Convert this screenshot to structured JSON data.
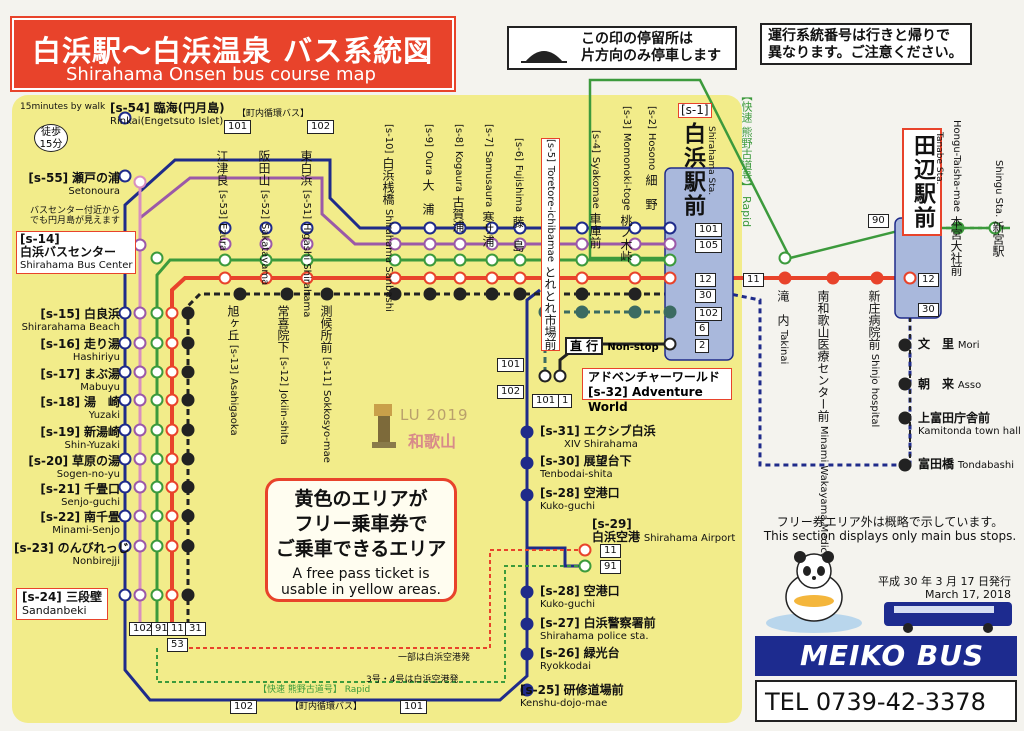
{
  "title": {
    "jp": "白浜駅〜白浜温泉 バス系統図",
    "en": "Shirahama Onsen bus course map"
  },
  "notices": {
    "one_way": "この印の停留所は\n片方向のみ停車します",
    "route_numbers": "運行系統番号は行きと帰りで\n異なります。ご注意ください。"
  },
  "walk_note": {
    "time": "15minutes by walk",
    "jp": "徒歩\n15分"
  },
  "loop_label_top": "【町内循環バス】",
  "loop_label_bottom": "【町内循環バス】",
  "loop_route_numbers": {
    "top_left": "101",
    "top_right": "102",
    "bottom_left": "102",
    "bottom_right": "101"
  },
  "bus_center_note": "バスセンター付近から\nでも円月島が見えます",
  "left_stops": [
    {
      "id": "[s-54]",
      "jp": "臨海(円月島)",
      "en": "Rinkai(Engetsuto Islet)"
    },
    {
      "id": "[s-55]",
      "jp": "瀬戸の浦",
      "en": "Setonoura"
    },
    {
      "id": "[s-14]",
      "jp": "白浜バスセンター",
      "en": "Shirahama Bus Center"
    },
    {
      "id": "[s-15]",
      "jp": "白良浜",
      "en": "Shirarahama Beach"
    },
    {
      "id": "[s-16]",
      "jp": "走り湯",
      "en": "Hashiriyu"
    },
    {
      "id": "[s-17]",
      "jp": "まぶ湯",
      "en": "Mabuyu"
    },
    {
      "id": "[s-18]",
      "jp": "湯　崎",
      "en": "Yuzaki"
    },
    {
      "id": "[s-19]",
      "jp": "新湯崎",
      "en": "Shin-Yuzaki"
    },
    {
      "id": "[s-20]",
      "jp": "草原の湯",
      "en": "Sogen-no-yu"
    },
    {
      "id": "[s-21]",
      "jp": "千畳口",
      "en": "Senjo-guchi"
    },
    {
      "id": "[s-22]",
      "jp": "南千畳",
      "en": "Minami-Senjo"
    },
    {
      "id": "[s-23]",
      "jp": "のんびれっじ",
      "en": "Nonbirejji"
    },
    {
      "id": "[s-24]",
      "jp": "三段壁",
      "en": "Sandanbeki"
    }
  ],
  "top_stops": [
    {
      "id": "[s-53]",
      "jp": "江津良",
      "en": "Ezura"
    },
    {
      "id": "[s-52]",
      "jp": "阪田山",
      "en": "Sakatayama"
    },
    {
      "id": "[s-51]",
      "jp": "東白浜",
      "en": "Higashi Shirahama"
    },
    {
      "id": "[s-10]",
      "jp": "白浜桟橋",
      "en": "Shirahama Sanbashi"
    },
    {
      "id": "[s-9]",
      "jp": "大　浦",
      "en": "Oura"
    },
    {
      "id": "[s-8]",
      "jp": "古賀浦",
      "en": "Kogaura"
    },
    {
      "id": "[s-7]",
      "jp": "寒サ浦",
      "en": "Samusaura"
    },
    {
      "id": "[s-6]",
      "jp": "藤　島",
      "en": "Fujishima"
    },
    {
      "id": "[s-5]",
      "jp": "とれとれ市場前",
      "en": "Toretore-ichibamae"
    },
    {
      "id": "[s-4]",
      "jp": "車庫前",
      "en": "Syakomae"
    },
    {
      "id": "[s-3]",
      "jp": "桃ノ木峠",
      "en": "Momonoki-toge"
    },
    {
      "id": "[s-2]",
      "jp": "細　野",
      "en": "Hosono"
    }
  ],
  "inner_stops": [
    {
      "id": "[s-13]",
      "jp": "旭ヶ丘",
      "en": "Asahigaoka"
    },
    {
      "id": "[s-12]",
      "jp": "常喜院下",
      "en": "Jokiin-shita"
    },
    {
      "id": "[s-11]",
      "jp": "測候所前",
      "en": "Sokkosyo-mae"
    }
  ],
  "right_inner_stops": [
    {
      "id": "[s-31]",
      "jp": "エクシブ白浜",
      "en": "XIV Shirahama"
    },
    {
      "id": "[s-30]",
      "jp": "展望台下",
      "en": "Tenbodai-shita"
    },
    {
      "id": "[s-28]",
      "jp": "空港口",
      "en": "Kuko-guchi"
    },
    {
      "id": "[s-29]",
      "jp": "白浜空港",
      "en": "Shirahama Airport"
    },
    {
      "id": "[s-28]",
      "jp": "空港口",
      "en": "Kuko-guchi"
    },
    {
      "id": "[s-27]",
      "jp": "白浜警察署前",
      "en": "Shirahama police sta."
    },
    {
      "id": "[s-26]",
      "jp": "緑光台",
      "en": "Ryokkodai"
    },
    {
      "id": "[s-25]",
      "jp": "研修道場前",
      "en": "Kenshu-dojo-mae"
    }
  ],
  "shirahama_station": {
    "id": "[s-1]",
    "jp": "白浜駅前",
    "en": "Shirahama Sta."
  },
  "tanabe_station": {
    "jp": "田辺駅前",
    "en": "Tanabe Sta."
  },
  "station_routes": [
    "101",
    "105",
    "12",
    "30",
    "102",
    "6",
    "2"
  ],
  "tanabe_routes": [
    "12",
    "30",
    "90"
  ],
  "rapid_label": {
    "jp": "【快速 熊野古道号】",
    "en": "Rapid"
  },
  "route_11": "11",
  "east_stops": [
    {
      "jp": "滝　内",
      "en": "Takinai"
    },
    {
      "jp": "南和歌山医療センター前",
      "en": "Minami Wakayama Medical Center"
    },
    {
      "jp": "新庄病院前",
      "en": "Shinjo hospital"
    }
  ],
  "far_east_stops": [
    {
      "jp": "本宮大社前",
      "en": "Hongu-Taisha-mae"
    },
    {
      "jp": "新宮駅",
      "en": "Shingu Sta."
    }
  ],
  "south_stops": [
    {
      "jp": "文　里",
      "en": "Mori"
    },
    {
      "jp": "朝　来",
      "en": "Asso"
    },
    {
      "jp": "上富田庁舎前",
      "en": "Kamitonda town hall"
    },
    {
      "jp": "富田橋",
      "en": "Tondabashi"
    }
  ],
  "nonstop": {
    "jp": "直 行",
    "en": "Non-stop"
  },
  "adventure_world": {
    "id": "[s-32]",
    "jp": "アドベンチャーワールド",
    "en": "Adventure World"
  },
  "adv_routes": [
    "101",
    "1"
  ],
  "airport_routes": [
    "11",
    "91"
  ],
  "side_route_tags": [
    "101",
    "102"
  ],
  "bottom_routes": [
    "102",
    "91",
    "11",
    "31",
    "53"
  ],
  "free_area": {
    "jp": "黄色のエリアが\nフリー乗車券で\nご乗車できるエリア",
    "en": "A free pass ticket is\nusable in yellow areas."
  },
  "bottom_notes": {
    "airport_partial": "一部は白浜空港発",
    "from_airport": "3号・4号は白浜空港発",
    "rapid": "【快速 熊野古道号】 Rapid"
  },
  "outside_note": {
    "jp": "フリー券エリア外は概略で示しています。",
    "en": "This section displays only main bus stops."
  },
  "date": {
    "jp": "平成 30 年 3 月 17 日発行",
    "en": "March 17, 2018"
  },
  "company": "MEIKO BUS",
  "tel": "TEL 0739-42-3378",
  "watermark": {
    "text": "LU 2019",
    "sub": "和歌山"
  },
  "colors": {
    "red": "#e8432b",
    "blue": "#1f2b8a",
    "purple": "#9b59a8",
    "pink": "#d98fbf",
    "green": "#3c9a3c",
    "teal": "#3b6b62",
    "dark": "#222222",
    "yellow": "#f2ec8a"
  }
}
